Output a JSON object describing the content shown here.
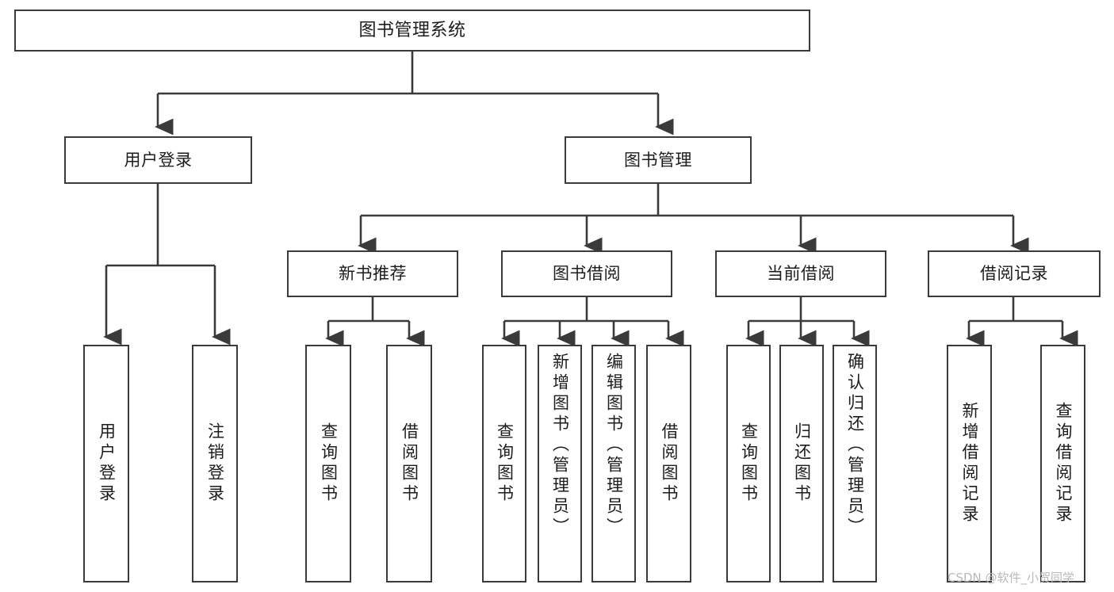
{
  "diagram": {
    "title": "图书管理系统",
    "type": "tree-functional-structure",
    "stroke_color": "#3a3a3a",
    "text_color": "#1c1c1c",
    "background": "#ffffff"
  },
  "nodes": {
    "root": {
      "label": "图书管理系统"
    },
    "level2": [
      {
        "label": "用户登录"
      },
      {
        "label": "图书管理"
      }
    ],
    "level3": [
      {
        "label": "新书推荐"
      },
      {
        "label": "图书借阅"
      },
      {
        "label": "当前借阅"
      },
      {
        "label": "借阅记录"
      }
    ],
    "leaves_user_login": [
      {
        "label": "用户登录"
      },
      {
        "label": "注销登录"
      }
    ],
    "leaves_new_book": [
      {
        "label": "查询图书"
      },
      {
        "label": "借阅图书"
      }
    ],
    "leaves_borrow": [
      {
        "label": "查询图书"
      },
      {
        "label": "新增图书（管理员）"
      },
      {
        "label": "编辑图书（管理员）"
      },
      {
        "label": "借阅图书"
      }
    ],
    "leaves_current": [
      {
        "label": "查询图书"
      },
      {
        "label": "归还图书"
      },
      {
        "label": "确认归还（管理员）"
      }
    ],
    "leaves_record": [
      {
        "label": "新增借阅记录"
      },
      {
        "label": "查询借阅记录"
      }
    ]
  },
  "watermark": {
    "text": "CSDN @软件_小贺同学"
  }
}
